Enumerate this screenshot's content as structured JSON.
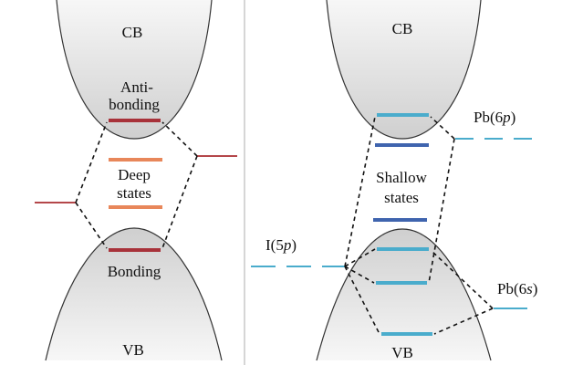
{
  "colors": {
    "bonding_level": "#a8323a",
    "deep_state": "#e8875a",
    "atomic_left": "#b4474a",
    "cyan_level": "#4aaccc",
    "shallow_state": "#3f64ae",
    "band_fill_dark": "#cfcfcf",
    "band_fill_light": "#f7f7f7",
    "divider": "#c8c8c8"
  },
  "left_panel": {
    "cb_label": "CB",
    "vb_label": "VB",
    "antibonding_label_line1": "Anti-",
    "antibonding_label_line2": "bonding",
    "deep_label_line1": "Deep",
    "deep_label_line2": "states",
    "bonding_label": "Bonding"
  },
  "right_panel": {
    "cb_label": "CB",
    "vb_label": "VB",
    "shallow_label_line1": "Shallow",
    "shallow_label_line2": "states",
    "pb6p_label_prefix": "Pb(6",
    "pb6p_label_orbital": "p",
    "pb6p_label_suffix": ")",
    "i5p_label_prefix": "I(5",
    "i5p_label_orbital": "p",
    "i5p_label_suffix": ")",
    "pb6s_label_prefix": "Pb(6",
    "pb6s_label_orbital": "s",
    "pb6s_label_suffix": ")"
  }
}
